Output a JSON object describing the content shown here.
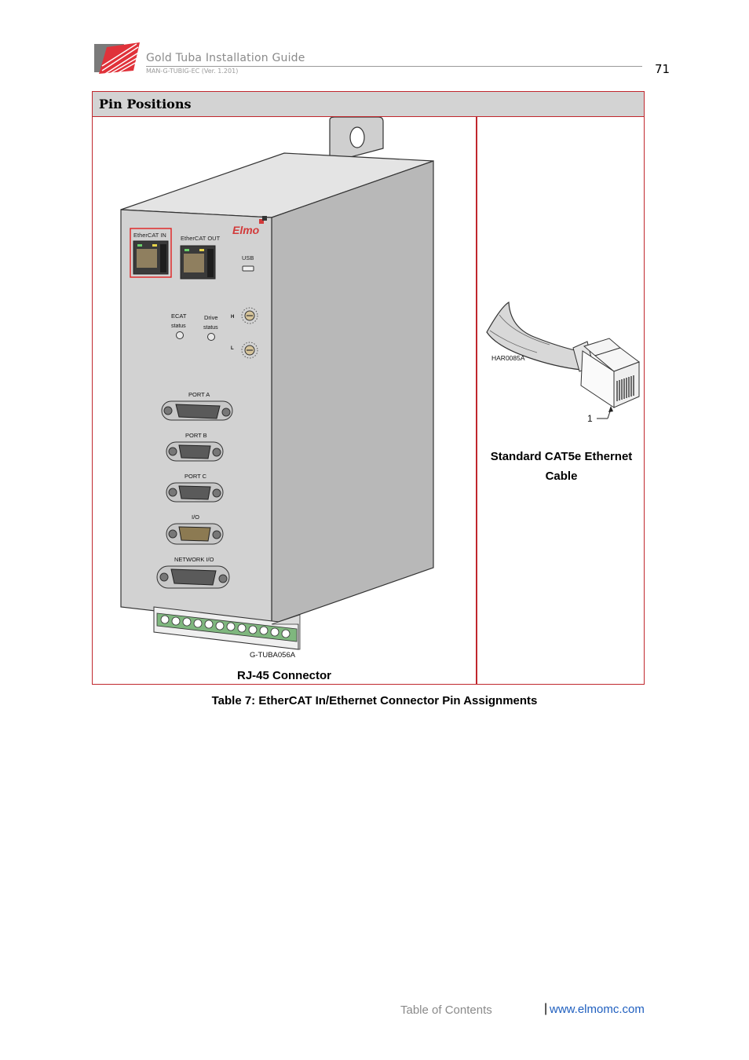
{
  "header": {
    "title": "Gold Tuba Installation Guide",
    "doc_code": "MAN-G-TUBIG-EC (Ver. 1.201)",
    "page_number": "71"
  },
  "table": {
    "header": "Pin Positions",
    "left_caption": "RJ-45 Connector",
    "right_caption": "Standard CAT5e Ethernet Cable",
    "caption": "Table 7: EtherCAT In/Ethernet Connector Pin Assignments"
  },
  "drive_figure": {
    "brand": "Elmo",
    "ethercat_in": "EtherCAT IN",
    "ethercat_out": "EtherCAT OUT",
    "usb": "USB",
    "ecat_status_1": "ECAT",
    "ecat_status_2": "status",
    "drive_status_1": "Drive",
    "drive_status_2": "status",
    "switch_h": "H",
    "switch_l": "L",
    "port_a": "PORT A",
    "port_b": "PORT B",
    "port_c": "PORT C",
    "io": "I/O",
    "network_io": "NETWORK I/O",
    "figure_id": "G-TUBA056A"
  },
  "cable_figure": {
    "figure_id": "HAR0085A",
    "pin_label": "1"
  },
  "footer": {
    "toc": "Table of Contents",
    "separator": "|",
    "url": "www.elmomc.com"
  },
  "colors": {
    "accent_red": "#c0272d",
    "header_gray": "#d3d3d3",
    "link_blue": "#1f5fbf"
  }
}
